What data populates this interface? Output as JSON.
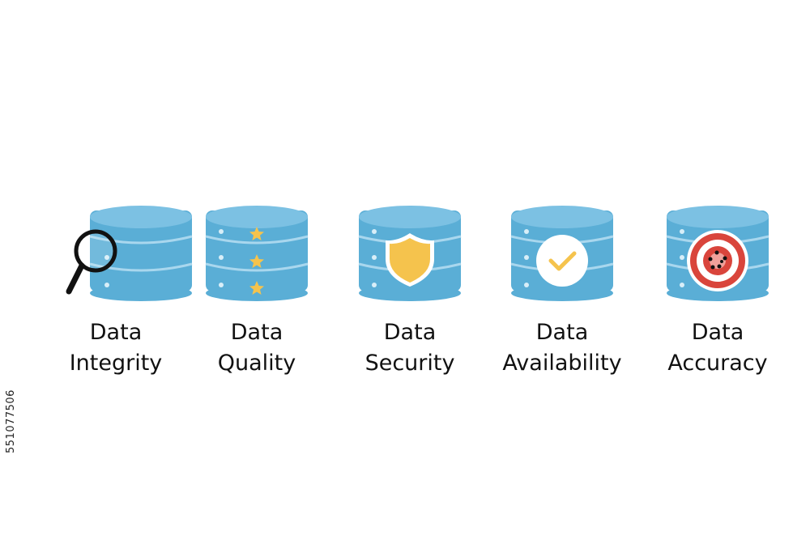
{
  "colors": {
    "db_body": "#5aaed6",
    "db_top": "#7cc1e3",
    "db_ring": "#a9d7ee",
    "dot": "#d8eef8",
    "gold": "#f5c34d",
    "shield_outline": "#ffffff",
    "check_circle": "#ffffff",
    "target_red": "#d9453c",
    "ink": "#111111"
  },
  "items": [
    {
      "label_line1": "Data",
      "label_line2": "Integrity",
      "icon": "magnifier-icon"
    },
    {
      "label_line1": "Data",
      "label_line2": "Quality",
      "icon": "stars-icon"
    },
    {
      "label_line1": "Data",
      "label_line2": "Security",
      "icon": "shield-icon"
    },
    {
      "label_line1": "Data",
      "label_line2": "Availability",
      "icon": "checkmark-icon"
    },
    {
      "label_line1": "Data",
      "label_line2": "Accuracy",
      "icon": "target-icon"
    }
  ],
  "side_text": "551077506"
}
